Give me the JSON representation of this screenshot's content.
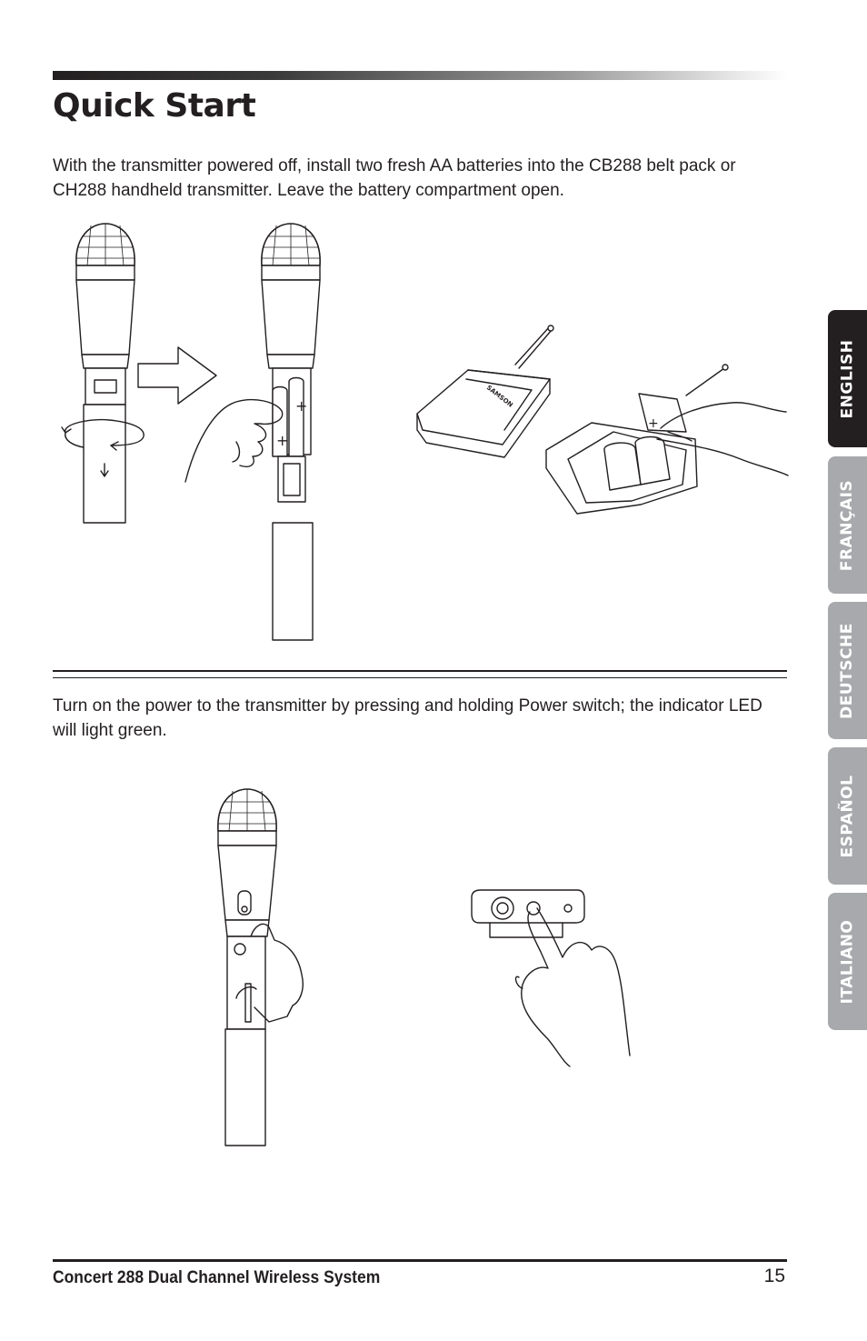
{
  "page": {
    "title": "Quick Start",
    "step1_text": "With the transmitter powered off, install two fresh AA batteries into the CB288 belt pack or CH288 handheld transmitter. Leave the battery compartment open.",
    "step2_text": "Turn on the power to the transmitter by pressing and holding Power switch; the indicator LED will light green."
  },
  "illustrations": {
    "brand_label": "SAMSON"
  },
  "language_tabs": [
    {
      "label": "ENGLISH",
      "active": true
    },
    {
      "label": "FRANÇAIS",
      "active": false
    },
    {
      "label": "DEUTSCHE",
      "active": false
    },
    {
      "label": "ESPAÑOL",
      "active": false
    },
    {
      "label": "ITALIANO",
      "active": false
    }
  ],
  "footer": {
    "product_name": "Concert 288 Dual Channel Wireless System",
    "page_number": "15"
  },
  "colors": {
    "text": "#231f20",
    "tab_active": "#231f20",
    "tab_inactive": "#a7a9ac"
  }
}
